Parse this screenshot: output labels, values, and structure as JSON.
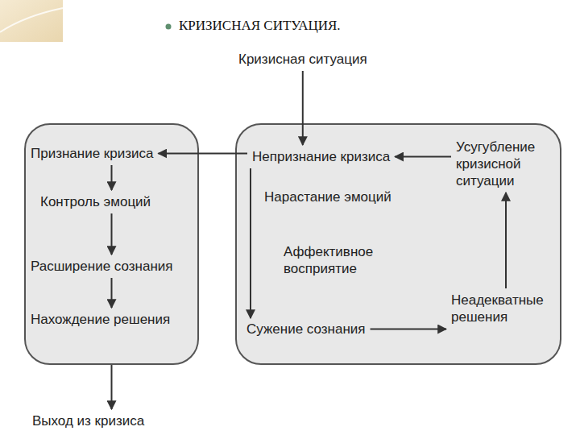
{
  "diagram": {
    "title": "КРИЗИСНАЯ СИТУАЦИЯ.",
    "nodes": [
      {
        "text": [
          "Кризисная ситуация"
        ]
      },
      {
        "text": []
      },
      {
        "text": [
          "Признание кризиса"
        ],
        "in": 1
      },
      {
        "text": [
          "Контроль эмоций"
        ],
        "in": 1
      },
      {
        "text": [
          "Расширение сознания"
        ],
        "in": 1
      },
      {
        "text": [
          "Нахождение решения"
        ],
        "in": 1
      },
      {
        "text": []
      },
      {
        "text": [
          "Непризнание кризиса"
        ],
        "in": 6
      },
      {
        "text": [
          "Нарастание эмоций"
        ],
        "in": 6
      },
      {
        "text": [
          "Аффективное восприятие"
        ],
        "in": 6
      },
      {
        "text": [
          "Сужение сознания"
        ],
        "in": 6
      },
      {
        "text": [
          "Неадекватные решения"
        ],
        "in": 6
      },
      {
        "text": [
          "Усугубление кризисной ситуации"
        ],
        "in": 6
      },
      {
        "text": [
          "Выход из кризиса"
        ]
      }
    ],
    "edges": [
      {
        "from": 0,
        "to": 7,
        "arrow": "to"
      },
      {
        "from": 7,
        "to": 2,
        "arrow": "to"
      },
      {
        "from": 2,
        "to": 3,
        "arrow": "to"
      },
      {
        "from": 3,
        "to": 4,
        "arrow": "to"
      },
      {
        "from": 4,
        "to": 5,
        "arrow": "to"
      },
      {
        "from": 1,
        "to": 13,
        "arrow": "to"
      },
      {
        "from": 7,
        "to": 10,
        "arrow": "to"
      },
      {
        "from": 10,
        "to": 11,
        "arrow": "to"
      },
      {
        "from": 11,
        "to": 12,
        "arrow": "to"
      },
      {
        "from": 12,
        "to": 7,
        "arrow": "to"
      }
    ]
  }
}
